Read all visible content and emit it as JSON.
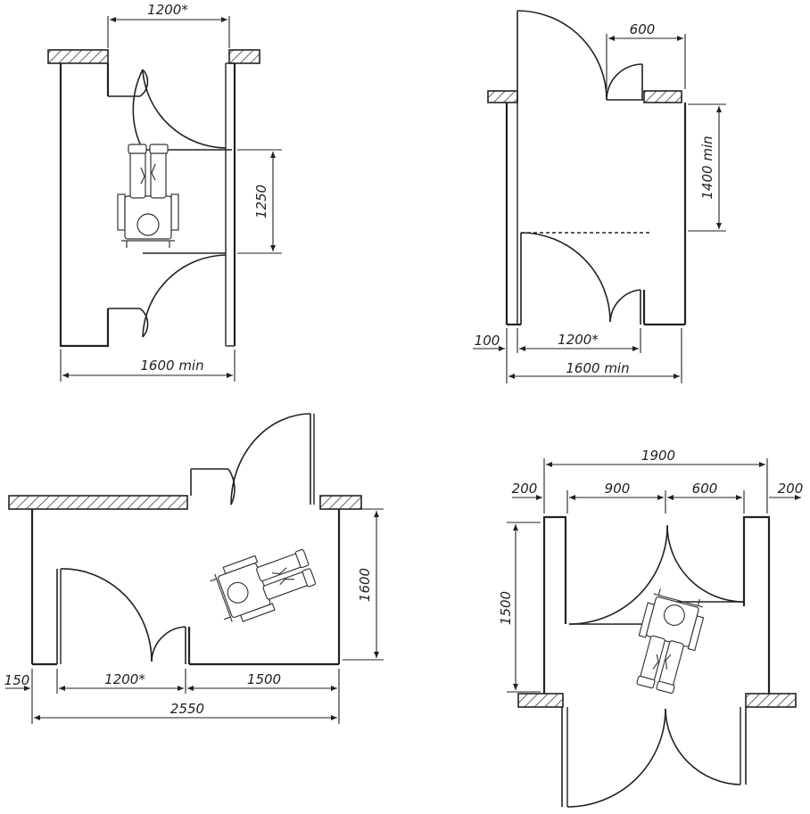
{
  "plans": [
    {
      "dims": {
        "top": "1200*",
        "right": "1250",
        "bottom": "1600 min"
      }
    },
    {
      "dims": {
        "top": "600",
        "right": "1400 min",
        "left_small": "100",
        "door": "1200*",
        "bottom": "1600 min"
      }
    },
    {
      "dims": {
        "right": "1600",
        "left_small": "150",
        "door": "1200*",
        "segment": "1500",
        "total": "2550"
      }
    },
    {
      "dims": {
        "total": "1900",
        "left_small": "200",
        "door_a": "900",
        "door_b": "600",
        "right_small": "200",
        "left": "1500"
      }
    }
  ]
}
